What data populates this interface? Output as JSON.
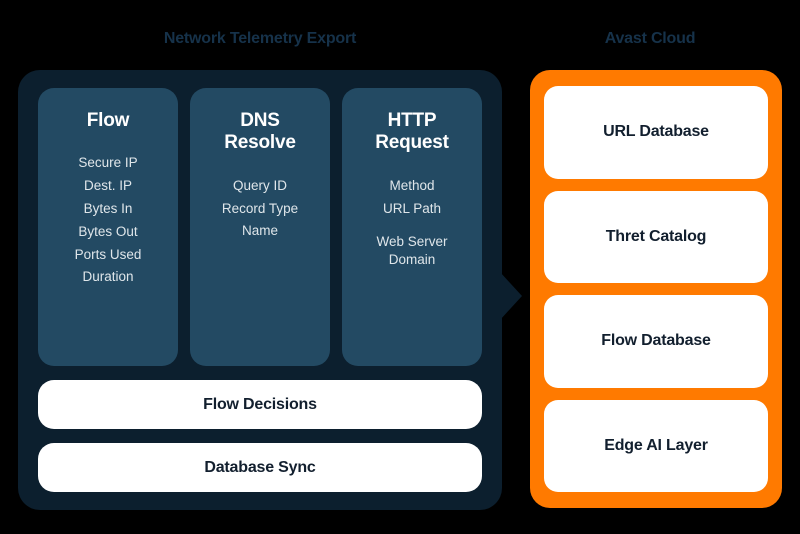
{
  "colors": {
    "background": "#000000",
    "dark_panel": "#0c1f2e",
    "dark_card": "#234a63",
    "orange_panel": "#ff7a00",
    "card_white": "#ffffff",
    "title_text": "#16324a",
    "card_text_dark": "#121f2e",
    "card_text_light": "#dfe6ea"
  },
  "left": {
    "title": "Network Telemetry Export",
    "columns": [
      {
        "heading": "Flow",
        "items": [
          "Secure IP",
          "Dest. IP",
          "Bytes In",
          "Bytes Out",
          "Ports Used",
          "Duration"
        ],
        "spaced_from_index": -1
      },
      {
        "heading": "DNS\nResolve",
        "items": [
          "Query ID",
          "Record Type",
          "Name"
        ],
        "spaced_from_index": -1
      },
      {
        "heading": "HTTP\nRequest",
        "items": [
          "Method",
          "URL Path",
          "Web Server\nDomain"
        ],
        "spaced_from_index": 2
      }
    ],
    "bars": [
      {
        "label": "Flow Decisions"
      },
      {
        "label": "Database Sync"
      }
    ]
  },
  "right": {
    "title": "Avast Cloud",
    "cards": [
      {
        "label": "URL Database"
      },
      {
        "label": "Thret Catalog"
      },
      {
        "label": "Flow Database"
      },
      {
        "label": "Edge AI Layer"
      }
    ]
  }
}
